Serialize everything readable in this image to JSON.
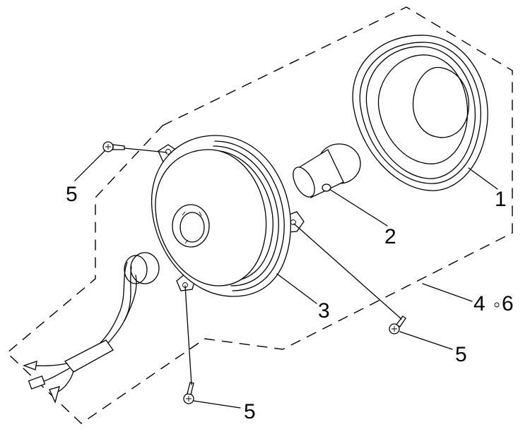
{
  "callouts": {
    "part_1": "1",
    "part_2": "2",
    "part_3": "3",
    "part_4": "4",
    "part_6": "6",
    "screw_top_left": "5",
    "screw_right": "5",
    "screw_bottom": "5"
  },
  "colors": {
    "line": "#000000",
    "background": "#ffffff"
  }
}
